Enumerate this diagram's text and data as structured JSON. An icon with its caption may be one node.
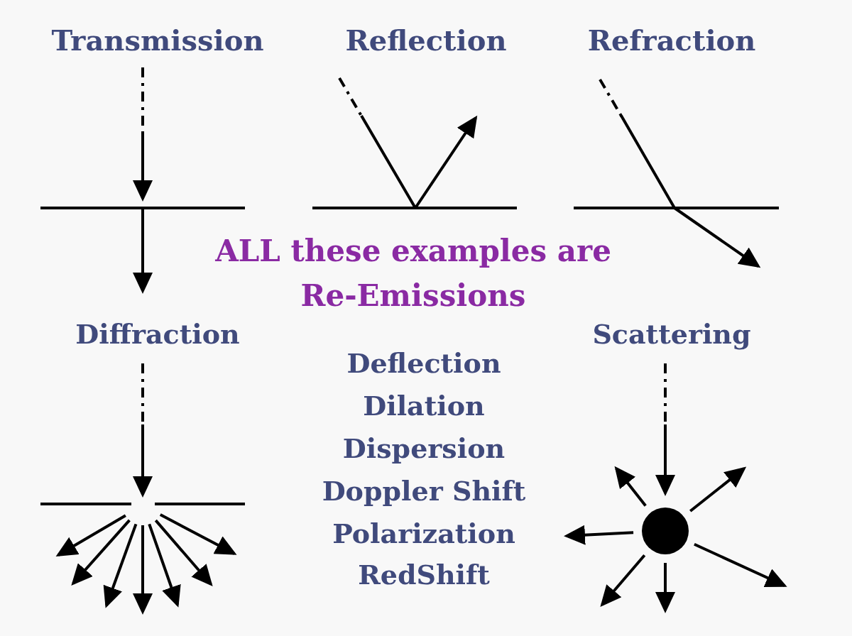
{
  "diagram": {
    "labels": [
      "Transmission",
      "Reflection",
      "Refraction",
      "ALL these examples are Re-Emissions",
      "Diffraction",
      "Scattering",
      "Deflection",
      "Dilation",
      "Dispersion",
      "Doppler Shift",
      "Polarization",
      "RedShift"
    ]
  }
}
